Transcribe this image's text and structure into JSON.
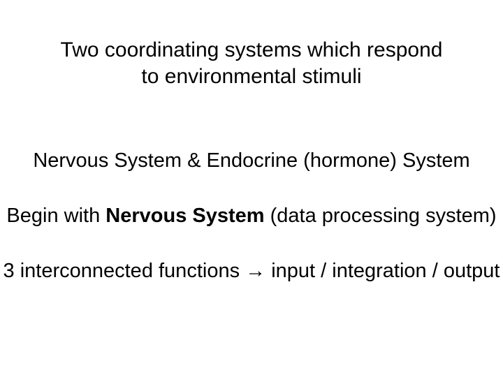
{
  "slide": {
    "background_color": "#ffffff",
    "text_color": "#000000",
    "title": {
      "line1": "Two coordinating systems which respond",
      "line2": "to environmental stimuli"
    },
    "body": {
      "systems_line": "Nervous System & Endocrine (hormone) System",
      "begin_line": {
        "prefix": "Begin with ",
        "bold": "Nervous System",
        "suffix": " (data processing system)"
      },
      "functions_line": {
        "prefix": "3 interconnected functions ",
        "arrow": "→",
        "suffix": " input / integration / output"
      }
    }
  }
}
